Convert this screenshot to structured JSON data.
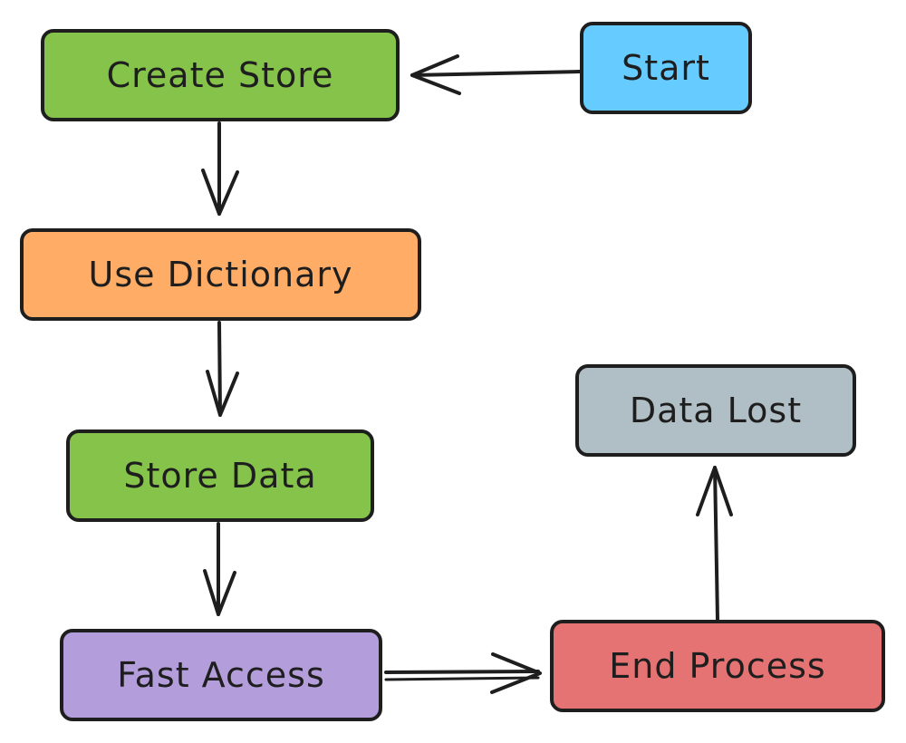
{
  "diagram": {
    "nodes": [
      {
        "id": "start",
        "label": "Start",
        "color": "#66ccff"
      },
      {
        "id": "create",
        "label": "Create Store",
        "color": "#86c34a"
      },
      {
        "id": "dictionary",
        "label": "Use Dictionary",
        "color": "#ffad66"
      },
      {
        "id": "storedata",
        "label": "Store Data",
        "color": "#86c34a"
      },
      {
        "id": "fastaccess",
        "label": "Fast Access",
        "color": "#b39ddb"
      },
      {
        "id": "endprocess",
        "label": "End Process",
        "color": "#e57373"
      },
      {
        "id": "datalost",
        "label": "Data Lost",
        "color": "#b0bec5"
      }
    ],
    "edges": [
      {
        "from": "start",
        "to": "create"
      },
      {
        "from": "create",
        "to": "dictionary"
      },
      {
        "from": "dictionary",
        "to": "storedata"
      },
      {
        "from": "storedata",
        "to": "fastaccess"
      },
      {
        "from": "fastaccess",
        "to": "endprocess"
      },
      {
        "from": "endprocess",
        "to": "datalost"
      }
    ],
    "stroke_color": "#1e1e1e"
  }
}
